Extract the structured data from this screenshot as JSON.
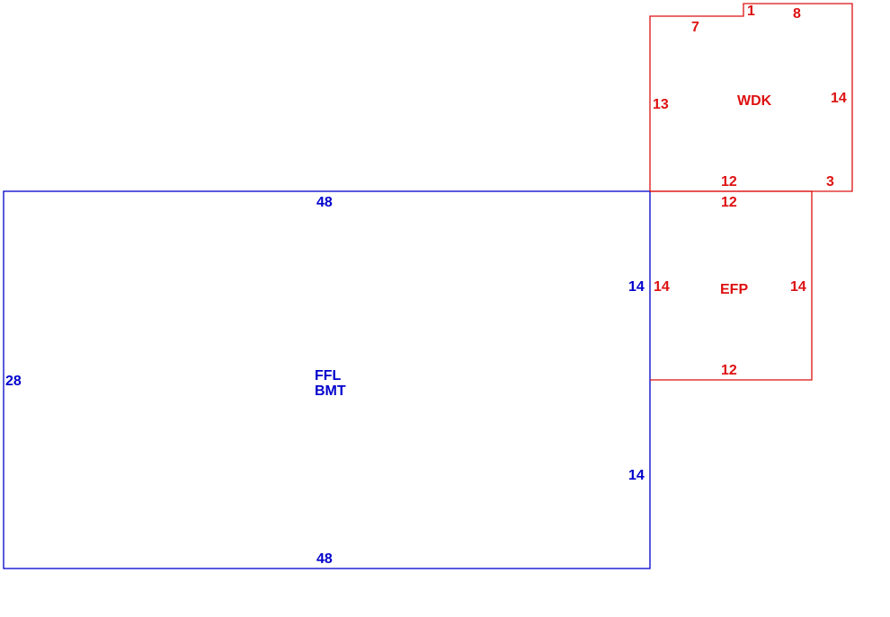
{
  "colors": {
    "main": "#0000cc",
    "addition": "#dd1111"
  },
  "main_area": {
    "codes": [
      "FFL",
      "BMT"
    ],
    "top": "48",
    "bottom": "48",
    "left": "28",
    "right_upper": "14",
    "right_lower": "14"
  },
  "wdk": {
    "code": "WDK",
    "top_left": "7",
    "step": "1",
    "top_right": "8",
    "left": "13",
    "right": "14",
    "bottom": "12",
    "bottom_right": "3"
  },
  "efp": {
    "code": "EFP",
    "top": "12",
    "left": "14",
    "right": "14",
    "bottom": "12"
  }
}
